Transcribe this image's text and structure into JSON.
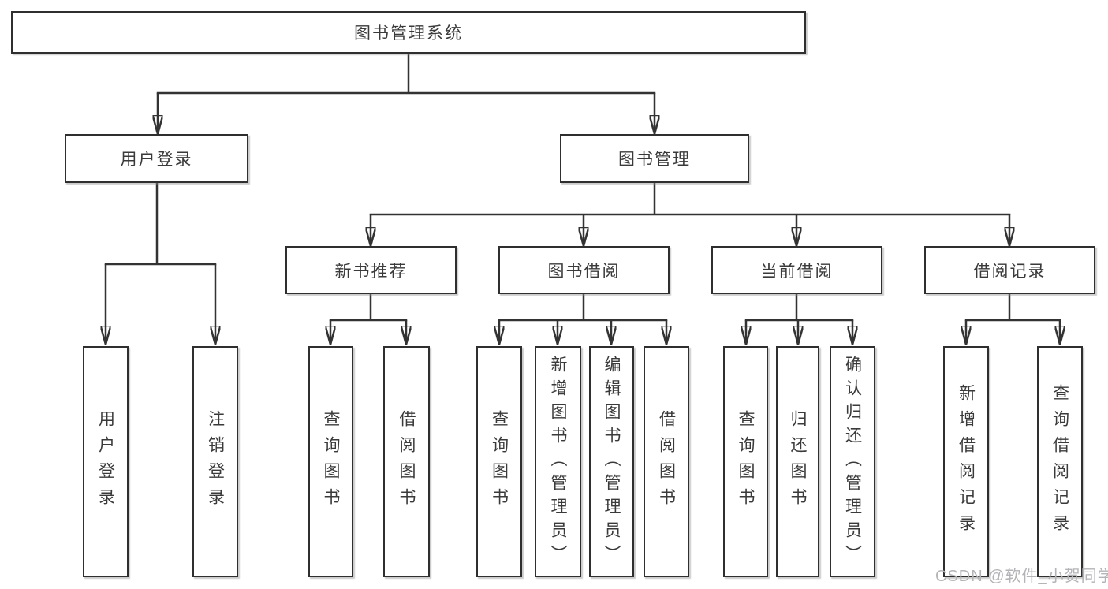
{
  "diagram": {
    "root": {
      "label": "图书管理系统"
    },
    "level2": [
      {
        "label": "用户登录"
      },
      {
        "label": "图书管理"
      }
    ],
    "level3": [
      {
        "label": "新书推荐",
        "parent": "图书管理"
      },
      {
        "label": "图书借阅",
        "parent": "图书管理"
      },
      {
        "label": "当前借阅",
        "parent": "图书管理"
      },
      {
        "label": "借阅记录",
        "parent": "图书管理"
      }
    ],
    "leaves": [
      {
        "label": "用户登录",
        "parent": "用户登录"
      },
      {
        "label": "注销登录",
        "parent": "用户登录"
      },
      {
        "label": "查询图书",
        "parent": "新书推荐"
      },
      {
        "label": "借阅图书",
        "parent": "新书推荐"
      },
      {
        "label": "查询图书",
        "parent": "图书借阅"
      },
      {
        "label": "新增图书（管理员）",
        "parent": "图书借阅"
      },
      {
        "label": "编辑图书（管理员）",
        "parent": "图书借阅"
      },
      {
        "label": "借阅图书",
        "parent": "图书借阅"
      },
      {
        "label": "查询图书",
        "parent": "当前借阅"
      },
      {
        "label": "归还图书",
        "parent": "当前借阅"
      },
      {
        "label": "确认归还（管理员）",
        "parent": "当前借阅"
      },
      {
        "label": "新增借阅记录",
        "parent": "借阅记录"
      },
      {
        "label": "查询借阅记录",
        "parent": "借阅记录"
      }
    ]
  },
  "watermark": {
    "text": "CSDN @软件_小贺同学"
  },
  "colors": {
    "line": "#333333",
    "text": "#3a3a3a",
    "box_background": "#ffffff",
    "page_background": "#ffffff",
    "watermark": "#b4b4b8"
  }
}
